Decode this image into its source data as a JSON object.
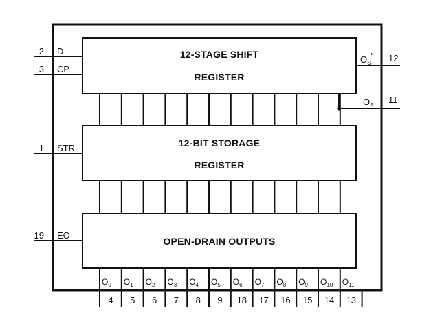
{
  "blocks": {
    "shift_register": {
      "line1": "12-STAGE SHIFT",
      "line2": "REGISTER"
    },
    "storage_register": {
      "line1": "12-BIT STORAGE",
      "line2": "REGISTER"
    },
    "open_drain": {
      "line1": "OPEN-DRAIN OUTPUTS"
    }
  },
  "left_pins": [
    {
      "number": "2",
      "name": "D"
    },
    {
      "number": "3",
      "name": "CP"
    },
    {
      "number": "1",
      "name": "STR"
    },
    {
      "number": "19",
      "name": "EO"
    }
  ],
  "right_pins": [
    {
      "number": "12",
      "name": "O",
      "sub": "S",
      "prime": "'"
    },
    {
      "number": "11",
      "name": "O",
      "sub": "S",
      "prime": ""
    }
  ],
  "outputs": [
    {
      "name": "O",
      "sub": "0",
      "pin": "4"
    },
    {
      "name": "O",
      "sub": "1",
      "pin": "5"
    },
    {
      "name": "O",
      "sub": "2",
      "pin": "6"
    },
    {
      "name": "O",
      "sub": "3",
      "pin": "7"
    },
    {
      "name": "O",
      "sub": "4",
      "pin": "8"
    },
    {
      "name": "O",
      "sub": "5",
      "pin": "9"
    },
    {
      "name": "O",
      "sub": "6",
      "pin": "18"
    },
    {
      "name": "O",
      "sub": "7",
      "pin": "17"
    },
    {
      "name": "O",
      "sub": "8",
      "pin": "16"
    },
    {
      "name": "O",
      "sub": "9",
      "pin": "15"
    },
    {
      "name": "O",
      "sub": "10",
      "pin": "14"
    },
    {
      "name": "O",
      "sub": "11",
      "pin": "13"
    }
  ]
}
